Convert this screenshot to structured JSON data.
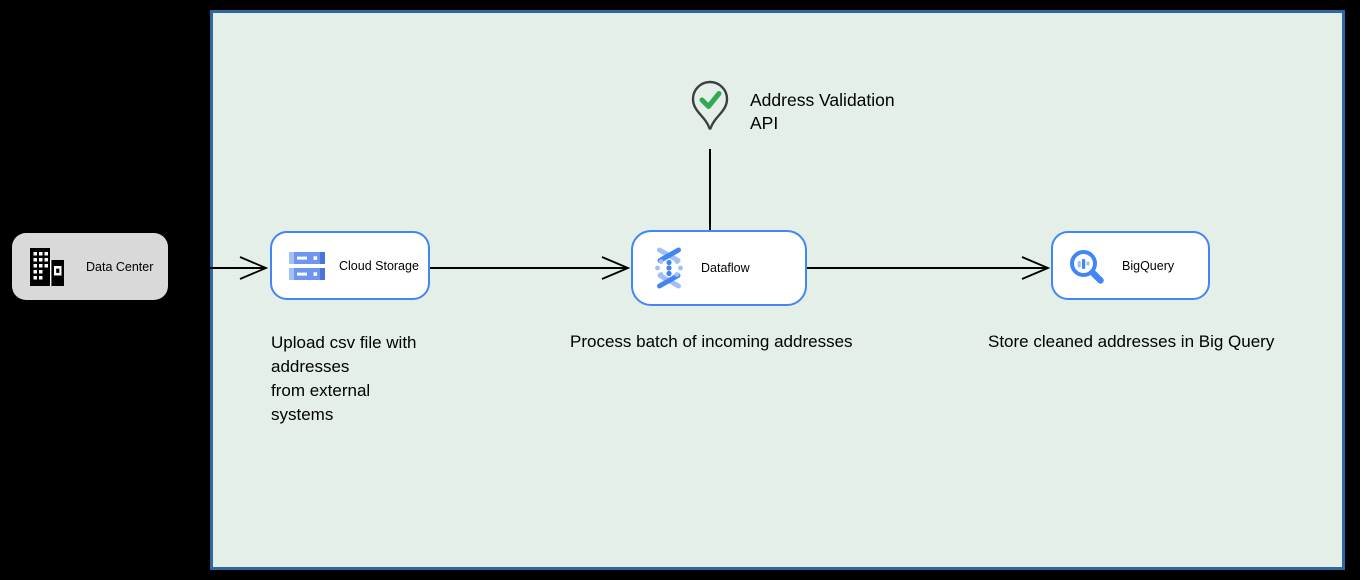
{
  "nodes": {
    "data_center": {
      "label": "Data Center",
      "icon": "building-icon"
    },
    "cloud_storage": {
      "label": "Cloud Storage",
      "icon": "cloud-storage-icon"
    },
    "dataflow": {
      "label": "Dataflow",
      "icon": "dataflow-icon"
    },
    "bigquery": {
      "label": "BigQuery",
      "icon": "bigquery-icon"
    }
  },
  "annotation": {
    "icon": "map-pin-check-icon",
    "lines": [
      "Address Validation",
      "API"
    ]
  },
  "captions": {
    "cloud_storage": {
      "lines": [
        "Upload csv file with",
        "addresses",
        "from external",
        "systems"
      ]
    },
    "dataflow": {
      "text": "Process batch of incoming addresses"
    },
    "bigquery": {
      "text": "Store cleaned addresses in Big Query"
    }
  },
  "colors": {
    "background": "#000000",
    "zone_fill": "#e3efe7",
    "zone_border": "#2d69a0",
    "node_border": "#4285f4",
    "node_fill": "#ffffff",
    "data_center_fill": "#d9d9d9",
    "arrow": "#000000",
    "pin_outline": "#3c4043",
    "check_green": "#34a853",
    "icon_blue": "#4285f4",
    "icon_blue_mid": "#669df6",
    "icon_blue_light": "#9fc0f9"
  }
}
